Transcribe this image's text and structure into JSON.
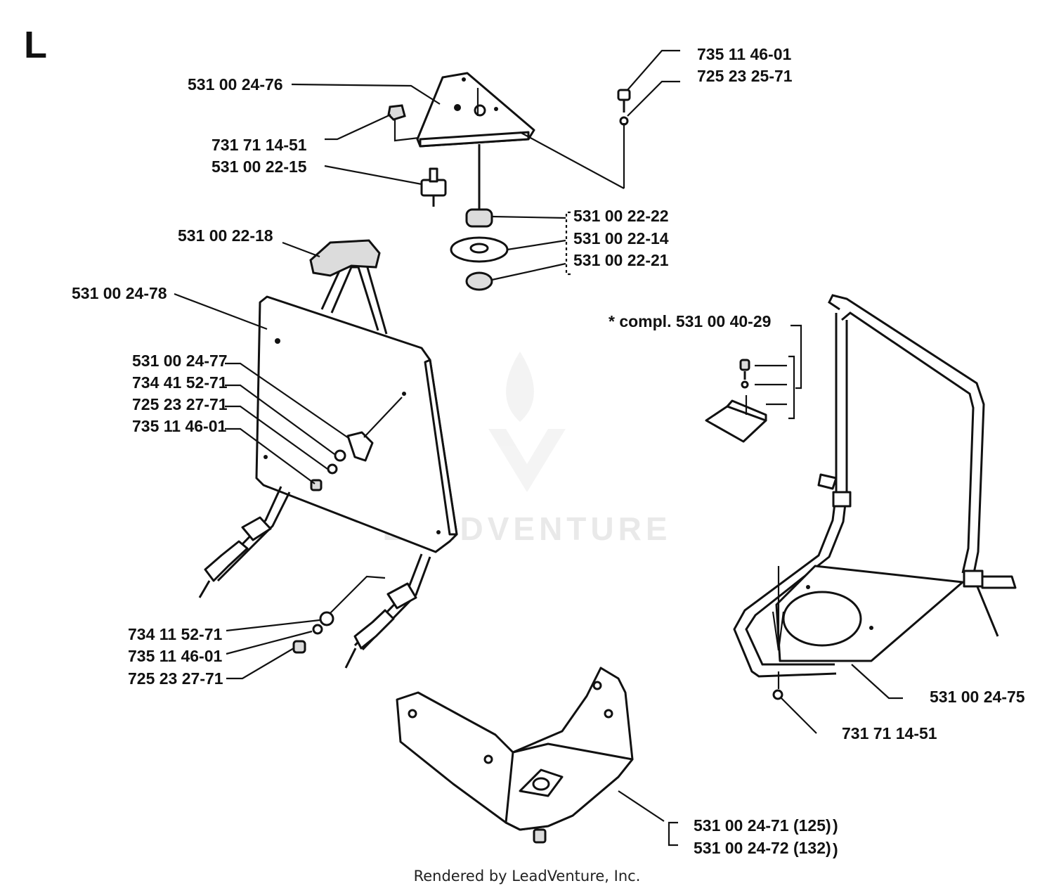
{
  "section_letter": "L",
  "watermark": "LEADVENTURE",
  "footer": "Rendered by LeadVenture, Inc.",
  "callouts": [
    {
      "id": "c1",
      "text": "735 11 46-01"
    },
    {
      "id": "c2",
      "text": "725 23 25-71"
    },
    {
      "id": "c3",
      "text": "531 00 24-76"
    },
    {
      "id": "c4",
      "text": "731 71 14-51"
    },
    {
      "id": "c5",
      "text": "531 00 22-15"
    },
    {
      "id": "c6",
      "text": "531 00 22-22"
    },
    {
      "id": "c7",
      "text": "531 00 22-14"
    },
    {
      "id": "c8",
      "text": "531 00 22-21"
    },
    {
      "id": "c9",
      "text": "531 00 22-18"
    },
    {
      "id": "c10",
      "text": "531 00 24-78"
    },
    {
      "id": "c11",
      "text": "* compl. 531 00 40-29"
    },
    {
      "id": "c12",
      "text": "531 00 24-77"
    },
    {
      "id": "c13",
      "text": "734 41 52-71"
    },
    {
      "id": "c14",
      "text": "725 23 27-71"
    },
    {
      "id": "c15",
      "text": "735 11 46-01"
    },
    {
      "id": "c16",
      "text": "734 11 52-71"
    },
    {
      "id": "c17",
      "text": "735 11 46-01"
    },
    {
      "id": "c18",
      "text": "725 23 27-71"
    },
    {
      "id": "c19",
      "text": "531 00 24-75"
    },
    {
      "id": "c20",
      "text": "731 71 14-51"
    },
    {
      "id": "c21",
      "text": "531 00 24-71 (125)"
    },
    {
      "id": "c22",
      "text": "531 00 24-72 (132)"
    }
  ]
}
